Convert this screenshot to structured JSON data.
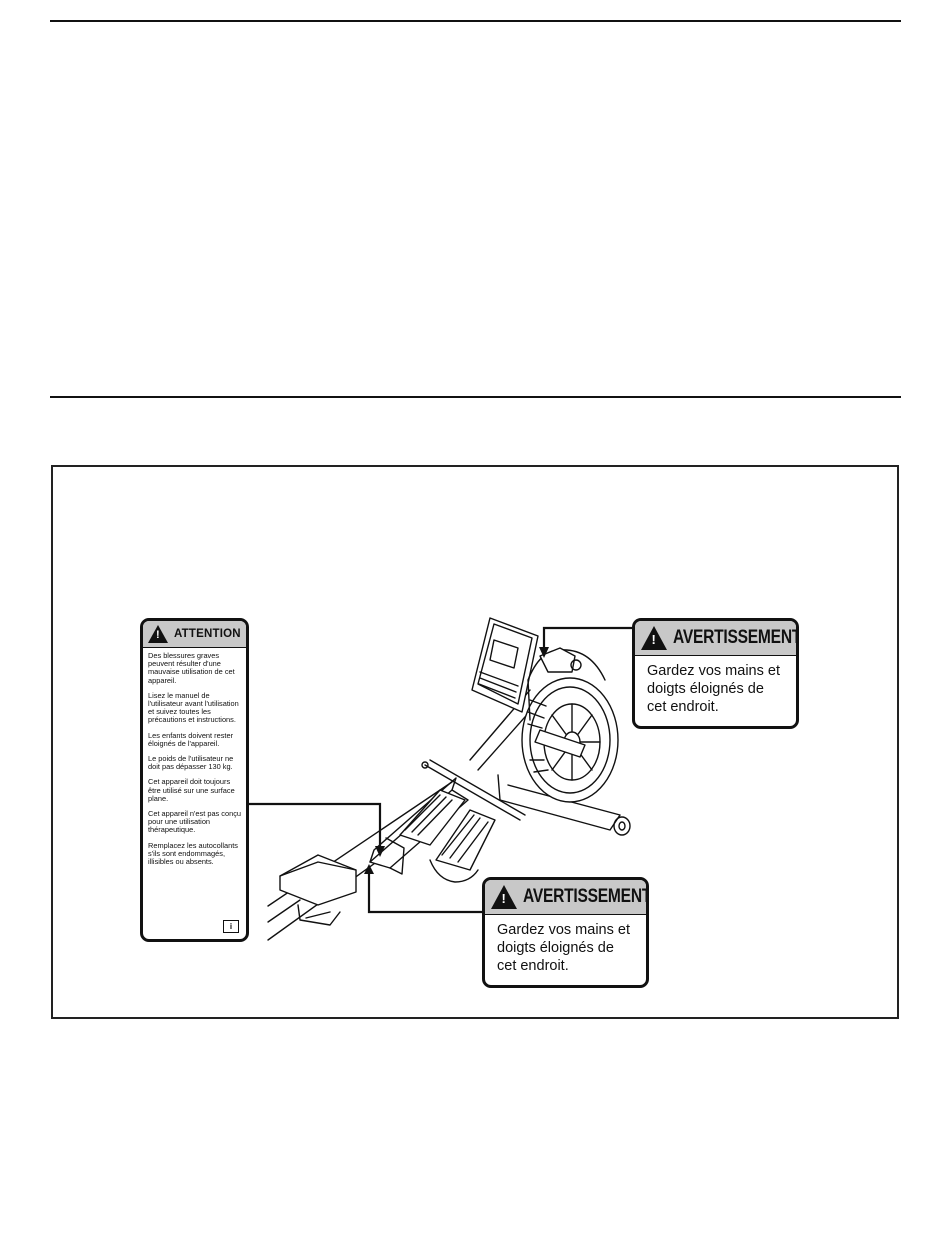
{
  "attention_label": {
    "heading": "ATTENTION",
    "paragraphs": [
      "Des blessures graves peuvent résulter d'une mauvaise utilisation de cet appareil.",
      "Lisez le manuel de l'utilisateur avant l'utilisation et suivez toutes les précautions et instructions.",
      "Les enfants doivent rester éloignés de l'appareil.",
      "Le poids de l'utilisateur ne doit pas dépasser 130 kg.",
      "Cet appareil doit toujours être utilisé sur une surface plane.",
      "Cet appareil n'est pas conçu pour une utilisation thérapeutique.",
      "Remplacez les autocollants s'ils sont endommagés, illisibles ou absents."
    ],
    "icon": "manual-book-icon"
  },
  "warning_top": {
    "heading": "AVERTISSEMENT",
    "text": "Gardez vos mains et doigts éloignés de cet endroit."
  },
  "warning_bottom": {
    "heading": "AVERTISSEMENT",
    "text": "Gardez vos mains et doigts éloignés de cet endroit."
  },
  "colors": {
    "label_header": "#c8c8c8",
    "ink": "#111111"
  }
}
